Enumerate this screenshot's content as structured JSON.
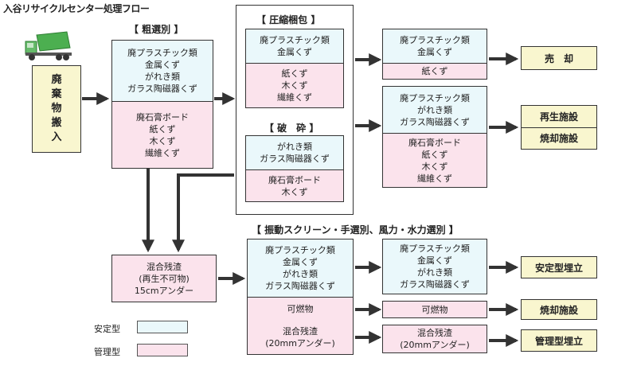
{
  "title": "入谷リサイクルセンター処理フロー",
  "input_box": {
    "chars": [
      "廃",
      "棄",
      "物",
      "搬",
      "入"
    ]
  },
  "sections": {
    "rough": "【 粗選別 】",
    "compress": "【 圧縮梱包 】",
    "crush": "【 破　砕 】",
    "screen": "【 振動スクリーン・手選別、風力・水力選別 】"
  },
  "rough_box": {
    "top": [
      "廃プラスチック類",
      "金属くず",
      "がれき類",
      "ガラス陶磁器くず"
    ],
    "bottom": [
      "廃石膏ボード",
      "紙くず",
      "木くず",
      "繊維くず"
    ]
  },
  "compress_box": {
    "top": [
      "廃プラスチック類",
      "金属くず"
    ],
    "bottom": [
      "紙くず",
      "木くず",
      "繊維くず"
    ]
  },
  "crush_box": {
    "top": [
      "がれき類",
      "ガラス陶磁器くず"
    ],
    "bottom": [
      "廃石膏ボード",
      "木くず"
    ]
  },
  "out_sale_box": {
    "top": [
      "廃プラスチック類",
      "金属くず"
    ],
    "bottom": [
      "紙くず"
    ]
  },
  "out_recycle_box": {
    "top": [
      "廃プラスチック類",
      "がれき類",
      "ガラス陶磁器くず"
    ],
    "bottom": [
      "廃石膏ボード",
      "紙くず",
      "木くず",
      "繊維くず"
    ]
  },
  "mixed_box": [
    "混合残渣",
    "(再生不可物)",
    "15cmアンダー"
  ],
  "screen_box": {
    "top": [
      "廃プラスチック類",
      "金属くず",
      "がれき類",
      "ガラス陶磁器くず"
    ],
    "mid": "可燃物",
    "bottom": [
      "混合残渣",
      "(20mmアンダー)"
    ]
  },
  "screen_out_top": [
    "廃プラスチック類",
    "金属くず",
    "がれき類",
    "ガラス陶磁器くず"
  ],
  "screen_out_mid": "可燃物",
  "screen_out_bottom": [
    "混合残渣",
    "(20mmアンダー)"
  ],
  "destinations": {
    "sale": "売　却",
    "recycle": "再生施設",
    "incinerate": "焼却施設",
    "stable_landfill": "安定型埋立",
    "incinerate2": "焼却施設",
    "managed_landfill": "管理型埋立"
  },
  "legend": {
    "stable": {
      "label": "安定型",
      "color": "#eaf8fb"
    },
    "managed": {
      "label": "管理型",
      "color": "#fbe3ec"
    }
  },
  "colors": {
    "input_bg": "#f9f6cf",
    "truck": "#4caf50"
  }
}
